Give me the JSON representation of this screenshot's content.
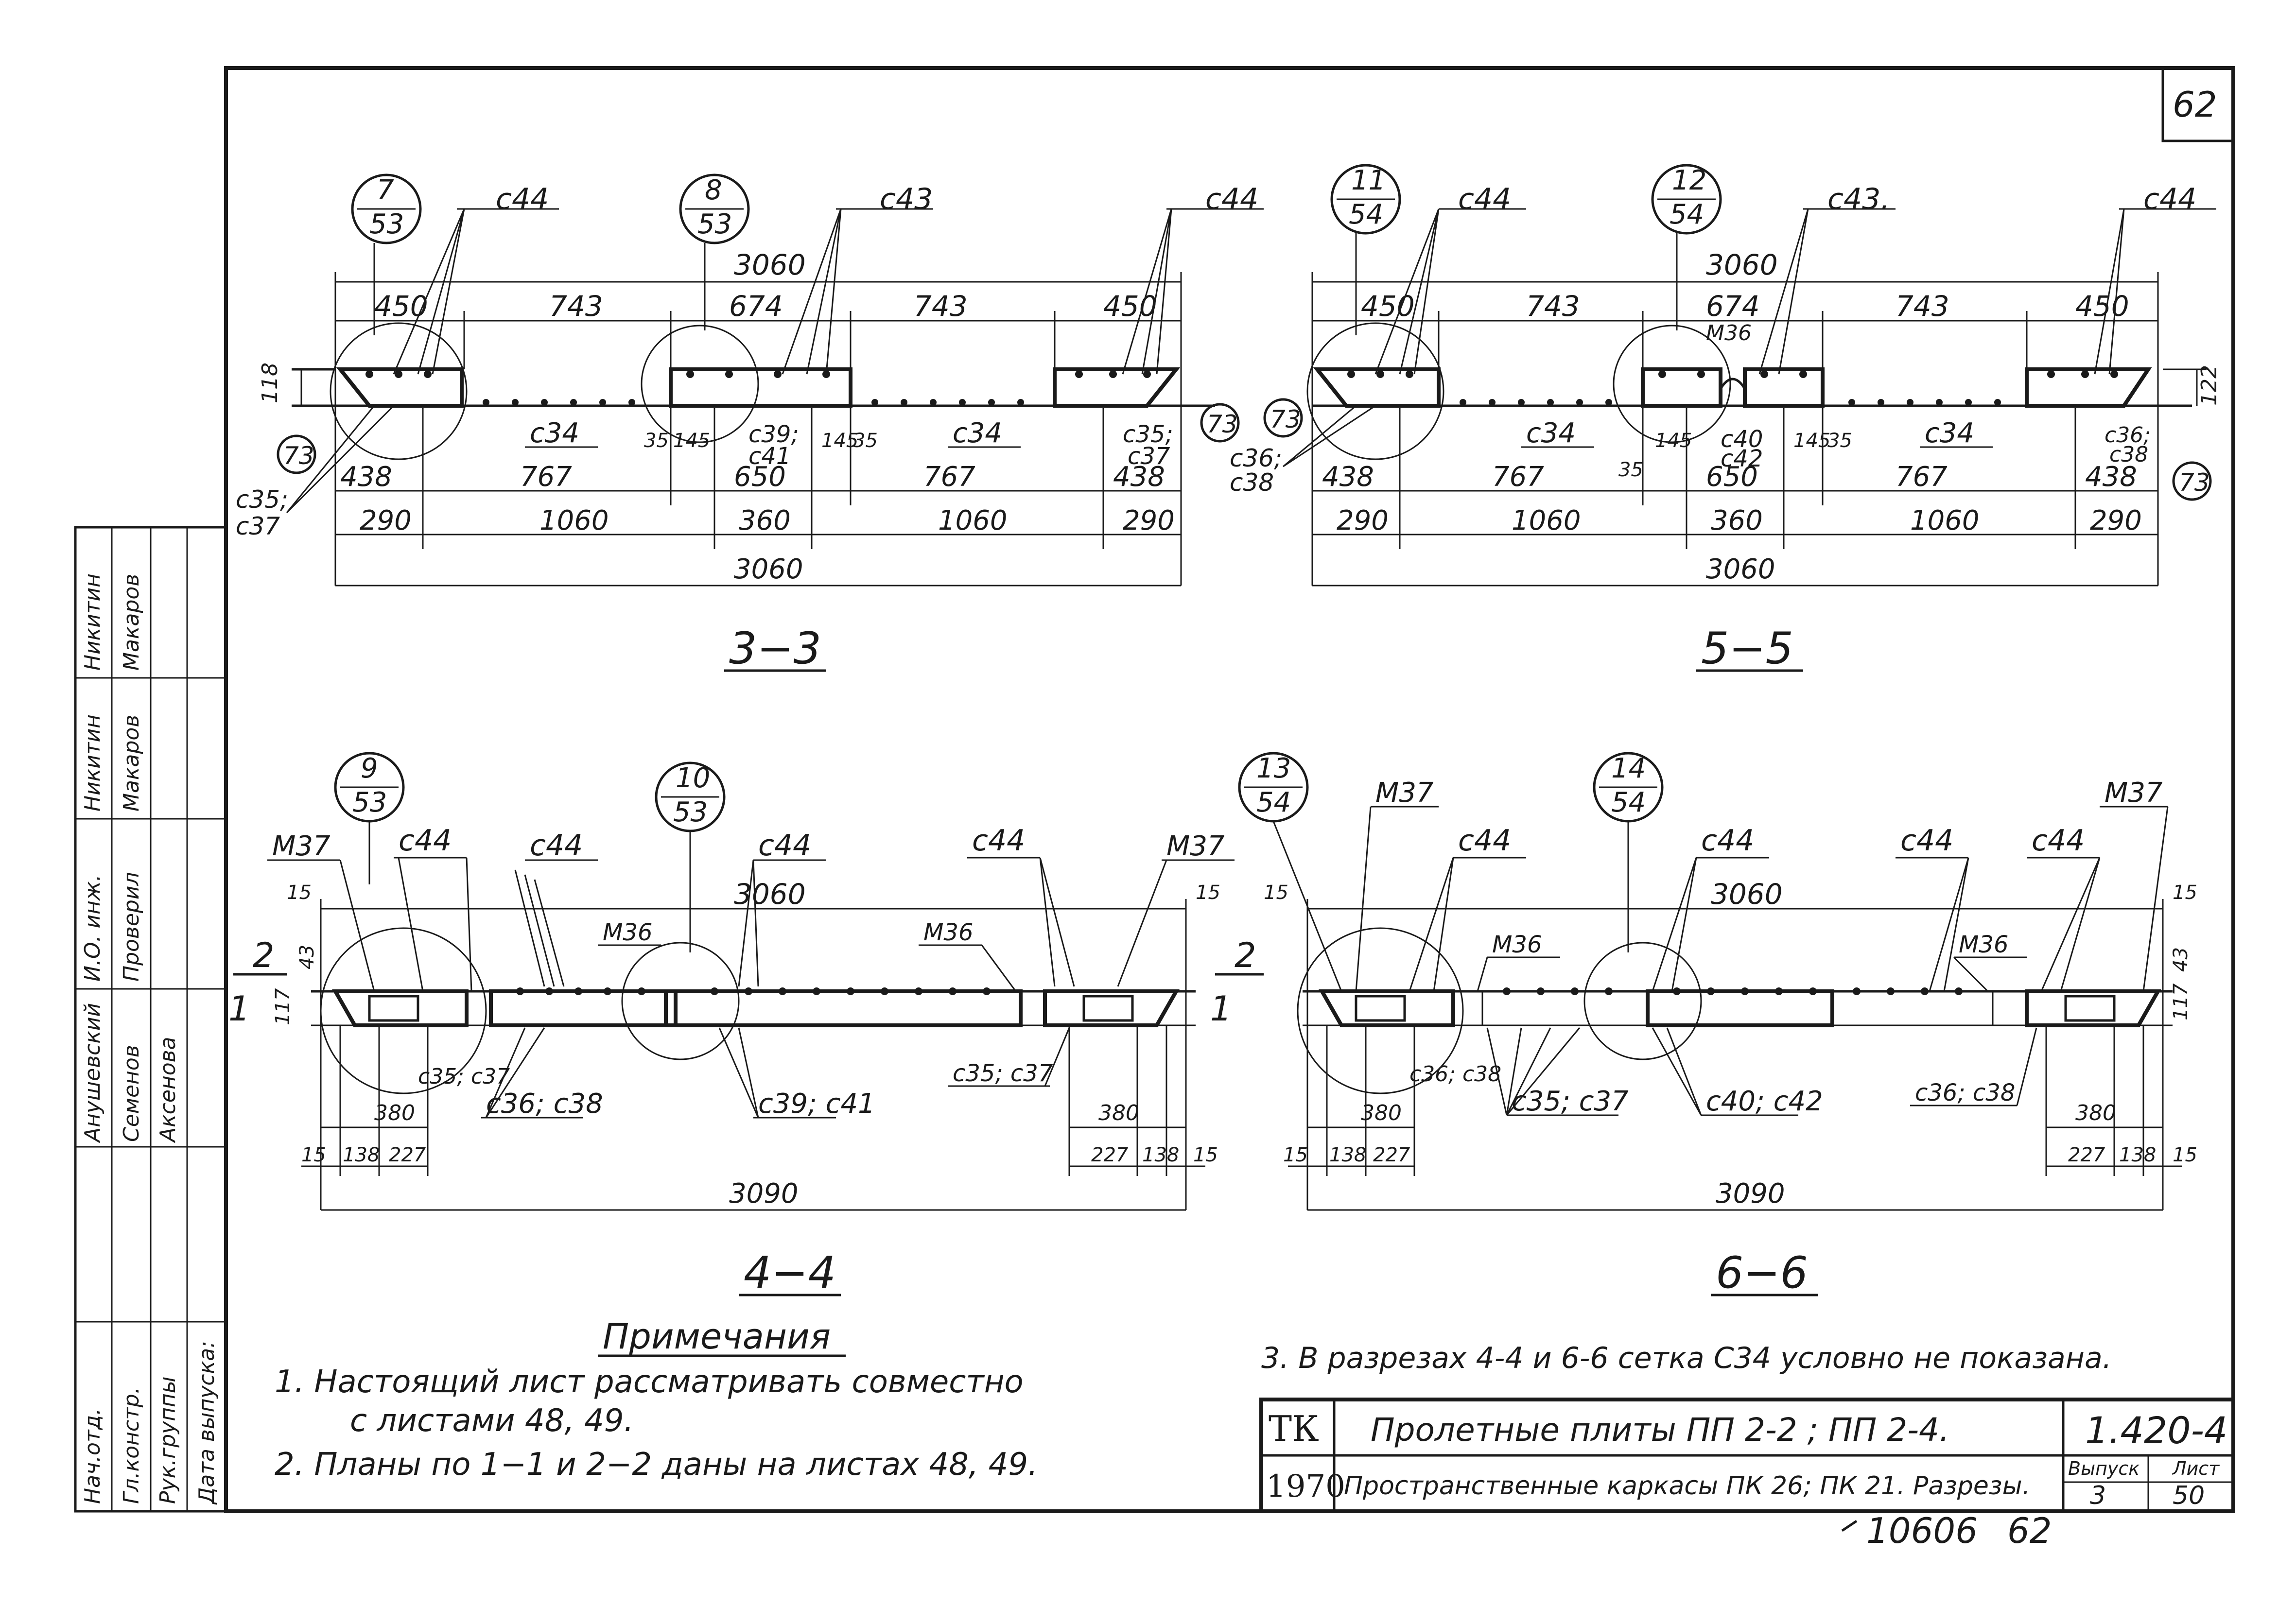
{
  "sheet_number": "62",
  "stamp_number": "10606",
  "stamp_sheet": "62",
  "sections": {
    "s33": {
      "title": "3−3",
      "marker_left": {
        "num": "7",
        "den": "53"
      },
      "marker_mid": {
        "num": "8",
        "den": "53"
      },
      "lbl_c44_left": "с44",
      "lbl_c43": "с43",
      "lbl_c44_right": "с44",
      "top_total": "3060",
      "top_dims": [
        "450",
        "743",
        "674",
        "743",
        "450"
      ],
      "height": "118",
      "anchor_left": "73",
      "anchor_right": "73",
      "lbl_c34_1": "с34",
      "lbl_c34_2": "с34",
      "lbl_35_a": "35",
      "lbl_145_a": "145",
      "lbl_c39": "с39;",
      "lbl_c41": "с41",
      "lbl_145_b": "145",
      "lbl_35_b": "35",
      "lbl_c35": "с35;",
      "lbl_c37": "с37",
      "lbl_c35_left": "с35;",
      "lbl_c37_left": "с37",
      "mid_dims": [
        "438",
        "767",
        "650",
        "767",
        "438"
      ],
      "low_dims": [
        "290",
        "1060",
        "360",
        "1060",
        "290"
      ],
      "bottom_total": "3060"
    },
    "s55": {
      "title": "5−5",
      "marker_left": {
        "num": "11",
        "den": "54"
      },
      "marker_mid": {
        "num": "12",
        "den": "54"
      },
      "lbl_c44_left": "с44",
      "lbl_c43": "с43.",
      "lbl_c44_right": "с44",
      "top_total": "3060",
      "top_dims": [
        "450",
        "743",
        "674",
        "743",
        "450"
      ],
      "m36": "М36",
      "height": "122",
      "anchor_left": "73",
      "anchor_right": "73",
      "lbl_c34_1": "с34",
      "lbl_c34_2": "с34",
      "lbl_c36_left": "с36;",
      "lbl_c38_left": "с38",
      "lbl_35": "35",
      "lbl_145_a": "145",
      "lbl_c40": "с40",
      "lbl_c42": "с42",
      "lbl_145_b": "145",
      "lbl_35_b": "35",
      "lbl_c36": "с36;",
      "lbl_c38": "с38",
      "mid_dims": [
        "438",
        "767",
        "650",
        "767",
        "438"
      ],
      "low_dims": [
        "290",
        "1060",
        "360",
        "1060",
        "290"
      ],
      "bottom_total": "3060"
    },
    "s44": {
      "title": "4−4",
      "marker_left": {
        "num": "9",
        "den": "53"
      },
      "marker_mid": {
        "num": "10",
        "den": "53"
      },
      "m37_left": "М37",
      "m37_right": "М37",
      "c44_a": "с44",
      "c44_b": "с44",
      "c44_c": "с44",
      "c44_d": "с44",
      "m36_a": "М36",
      "m36_b": "М36",
      "top_total": "3060",
      "cut2": "2",
      "cut1": "1",
      "d15_tl": "15",
      "d15_tr": "15",
      "d43": "43",
      "d117": "117",
      "c35c37_left": "с35; с37",
      "c36c38": "с36; с38",
      "c39c41": "с39; с41",
      "c35c37_right": "с35; с37",
      "d380_left": "380",
      "d380_right": "380",
      "d15_bl": "15",
      "d138_l": "138",
      "d227_l": "227",
      "d227_r": "227",
      "d138_r": "138",
      "d15_br": "15",
      "bottom_total": "3090"
    },
    "s66": {
      "title": "6−6",
      "marker_left": {
        "num": "13",
        "den": "54"
      },
      "marker_mid": {
        "num": "14",
        "den": "54"
      },
      "m37_left": "М37",
      "m37_right": "М37",
      "c44_a": "с44",
      "c44_b": "с44",
      "c44_c": "с44",
      "c44_d": "с44",
      "m36_a": "М36",
      "m36_b": "М36",
      "top_total": "3060",
      "d15_tl": "15",
      "d15_tr": "15",
      "d43": "43",
      "d117": "117",
      "c36c38_left": "с36; с38",
      "c35c37": "с35; с37",
      "c40c42": "с40; с42",
      "c36c38_right": "с36; с38",
      "d380_left": "380",
      "d380_right": "380",
      "d15_bl": "15",
      "d138_l": "138",
      "d227_l": "227",
      "d227_r": "227",
      "d138_r": "138",
      "d15_br": "15",
      "bottom_total": "3090"
    }
  },
  "notes": {
    "heading": "Примечания",
    "n1_line1": "1. Настоящий   лист   рассматривать   совместно",
    "n1_line2": "с листами 48, 49.",
    "n2": "2. Планы по 1−1 и 2−2 даны на листах 48, 49.",
    "n3": "3. В разрезах 4-4 и 6-6 сетка С34 условно не показана."
  },
  "title_block": {
    "org": "ТК",
    "year": "1970",
    "title1": "Пролетные плиты ПП 2-2 ; ПП 2-4.",
    "title2": "Пространственные каркасы ПК 26; ПК 21. Разрезы.",
    "series": "1.420-4",
    "issue_label": "Выпуск",
    "issue": "3",
    "sheet_label": "Лист",
    "sheet": "50"
  },
  "side_stamp": {
    "roles": [
      "Нач.отд.",
      "Гл.констр.",
      "Рук.группы",
      "Дата выпуска:"
    ],
    "names1": [
      "Анушевский",
      "Семенов",
      "Аксенова"
    ],
    "names2": [
      "И.О. инж.",
      "Проверил"
    ],
    "names3": [
      "Никитин",
      "Макаров"
    ],
    "names4": [
      "Никитин",
      "Макаров"
    ]
  }
}
